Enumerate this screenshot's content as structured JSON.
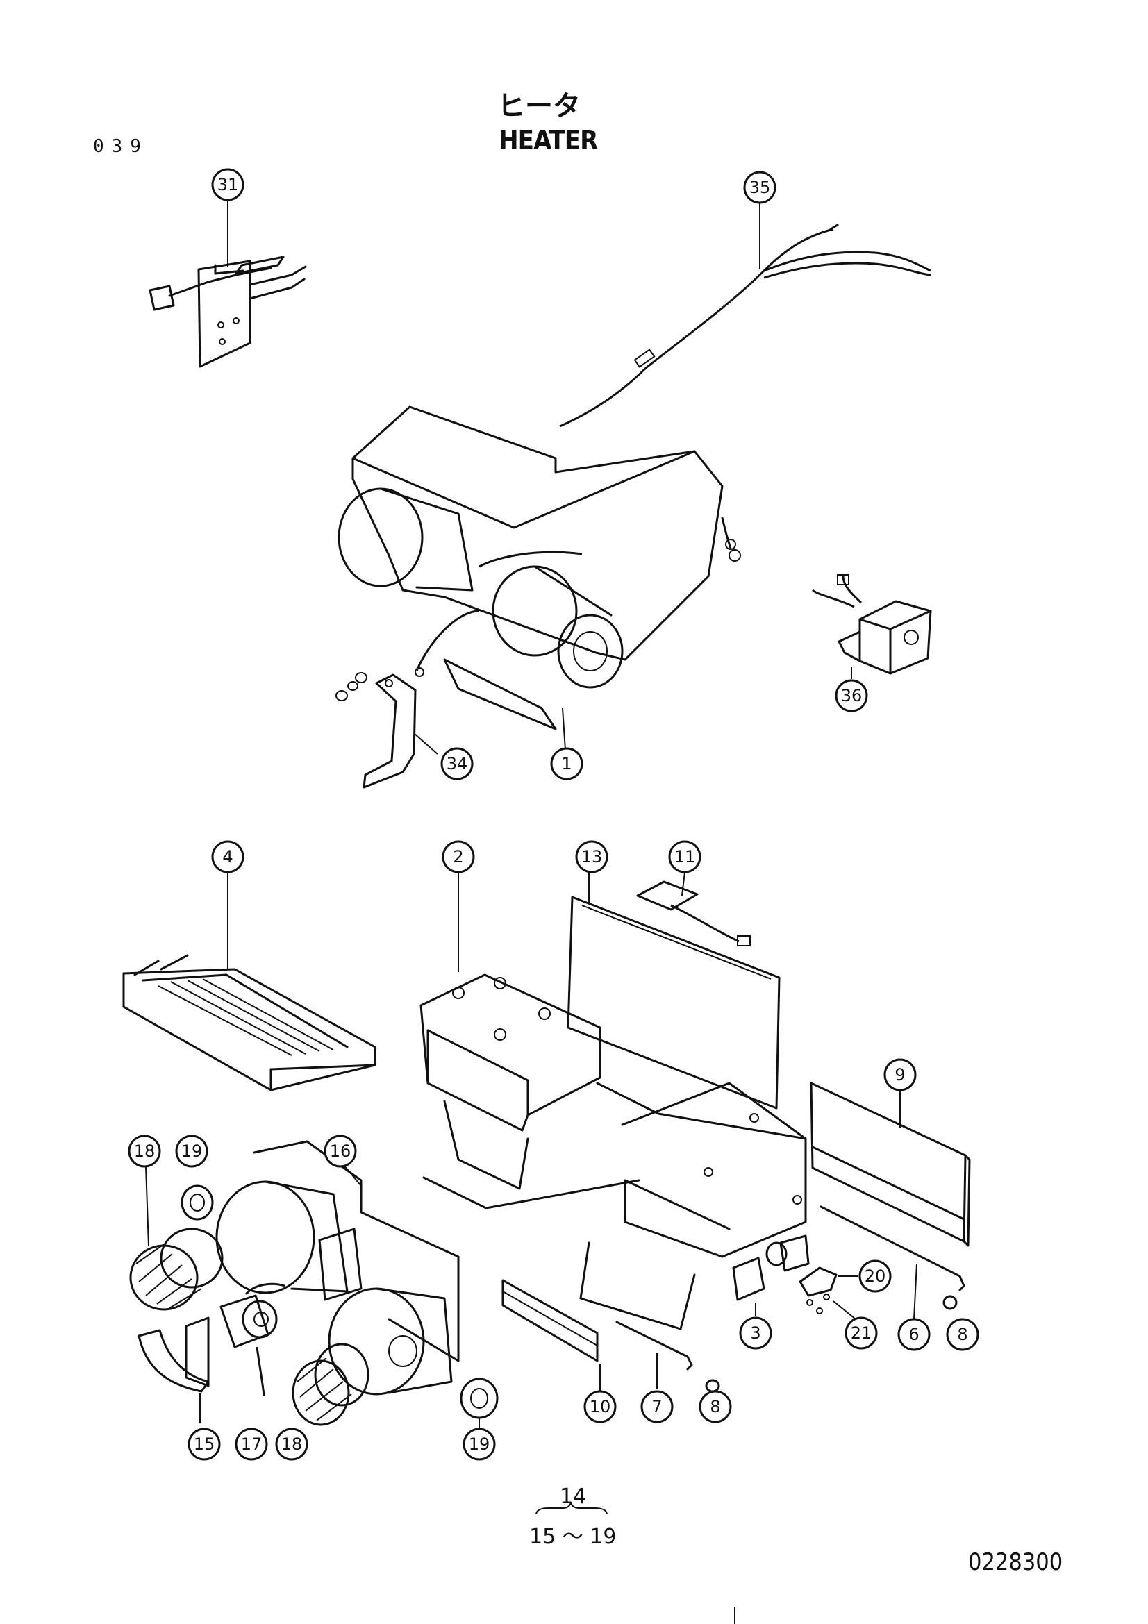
{
  "header": {
    "title_jp": "ヒータ",
    "title_en": "HEATER",
    "page_code": "039"
  },
  "footer": {
    "ref_top": "14",
    "ref_bottom": "15 ～ 19",
    "doc_code": "0228300"
  },
  "callouts": [
    "31",
    "35",
    "36",
    "34",
    "1",
    "4",
    "2",
    "13",
    "11",
    "9",
    "18",
    "19",
    "16",
    "20",
    "21",
    "3",
    "6",
    "8",
    "10",
    "7",
    "8",
    "15",
    "17",
    "18",
    "19"
  ]
}
